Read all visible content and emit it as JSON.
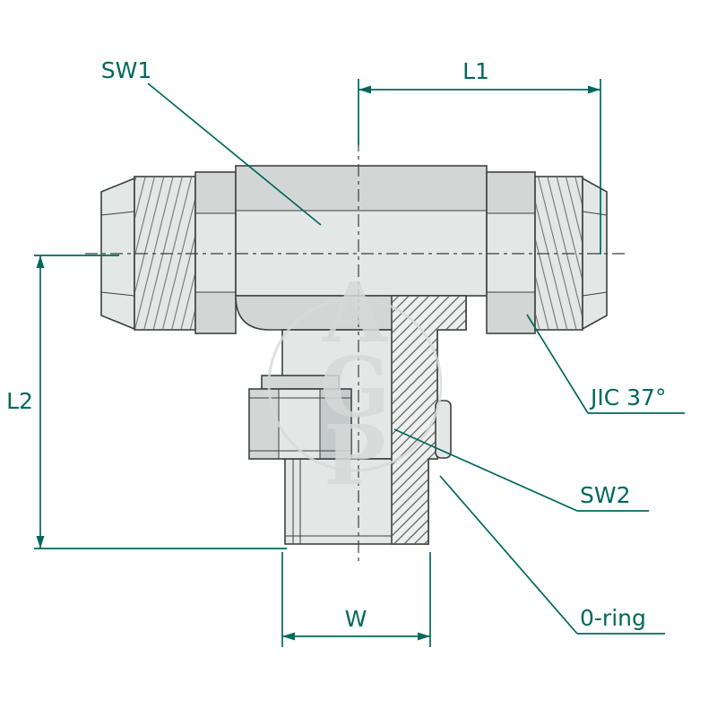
{
  "labels": {
    "sw1": "SW1",
    "l1": "L1",
    "l2": "L2",
    "jic37": "JIC 37°",
    "sw2": "SW2",
    "w": "W",
    "oring": "0-ring"
  },
  "watermark": {
    "letters": [
      "A",
      "G",
      "P"
    ]
  },
  "colors": {
    "dimension": "#00695C",
    "outline": "#3C4140",
    "centerline": "#3A3F3E",
    "body_light": "#E3E7E6",
    "body_mid": "#D2D7D6",
    "body_dark": "#C5CBCA",
    "hatch": "#565B5A",
    "watermark": "#D6D9D8",
    "background": "#FFFFFF"
  }
}
